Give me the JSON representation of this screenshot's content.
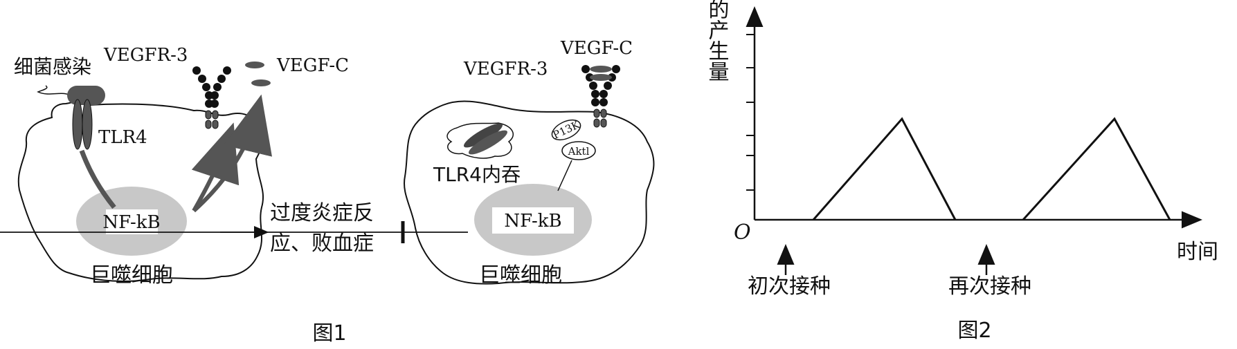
{
  "figure1": {
    "caption": "图1",
    "left_cell": {
      "infection_label": "细菌感染",
      "receptor_label": "VEGFR-3",
      "ligand_label": "VEGF-C",
      "tlr_label": "TLR4",
      "nucleus_label": "NF-kB",
      "cell_label": "巨噬细胞"
    },
    "outcome_label_line1": "过度炎症反",
    "outcome_label_line2": "应、败血症",
    "right_cell": {
      "ligand_label": "VEGF-C",
      "receptor_label": "VEGFR-3",
      "internalized_label": "TLR4内吞",
      "p13k_label": "P13K",
      "aktl_label": "Aktl",
      "nucleus_label": "NF-kB",
      "cell_label": "巨噬细胞"
    }
  },
  "figure2": {
    "caption": "图2",
    "ylabel": "抗体的产生量",
    "xlabel": "时间",
    "origin_label": "O",
    "first_vaccination_label": "初次接种",
    "second_vaccination_label": "再次接种"
  },
  "colors": {
    "ink": "#111111",
    "nucleus_fill": "#c8c8c8",
    "receptor_gray": "#555555"
  }
}
